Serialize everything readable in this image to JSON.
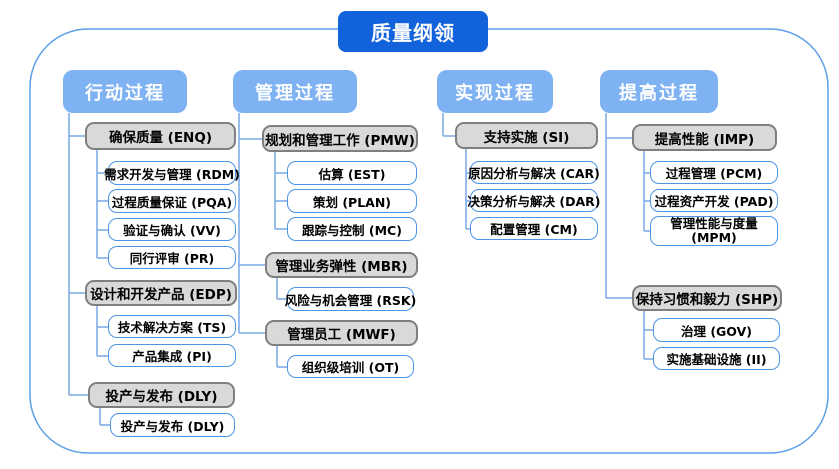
{
  "title": "质量纲领",
  "colors": {
    "title_bg": "#1262DB",
    "header_bg": "#7FB2F2",
    "group_fill": "#D9D9D9",
    "group_border": "#7F7F7F",
    "leaf_border": "#4C94E4",
    "connector": "#79A9E6",
    "outer_border": "#5BA0E8"
  },
  "columns": [
    {
      "header": "行动过程",
      "groups": [
        {
          "label": "确保质量 (ENQ)",
          "children": [
            "需求开发与管理 (RDM)",
            "过程质量保证 (PQA)",
            "验证与确认 (VV)",
            "同行评审 (PR)"
          ]
        },
        {
          "label": "设计和开发产品 (EDP)",
          "children": [
            "技术解决方案 (TS)",
            "产品集成 (PI)"
          ]
        },
        {
          "label": "投产与发布 (DLY)",
          "children": [
            "投产与发布 (DLY)"
          ]
        }
      ]
    },
    {
      "header": "管理过程",
      "groups": [
        {
          "label": "规划和管理工作 (PMW)",
          "children": [
            "估算 (EST)",
            "策划 (PLAN)",
            "跟踪与控制 (MC)"
          ]
        },
        {
          "label": "管理业务弹性 (MBR)",
          "children": [
            "风险与机会管理 (RSK)"
          ]
        },
        {
          "label": "管理员工 (MWF)",
          "children": [
            "组织级培训 (OT)"
          ]
        }
      ]
    },
    {
      "header": "实现过程",
      "groups": [
        {
          "label": "支持实施 (SI)",
          "children": [
            "原因分析与解决 (CAR)",
            "决策分析与解决 (DAR)",
            "配置管理 (CM)"
          ]
        }
      ]
    },
    {
      "header": "提高过程",
      "groups": [
        {
          "label": "提高性能 (IMP)",
          "children": [
            "过程管理 (PCM)",
            "过程资产开发 (PAD)",
            "管理性能与度量 (MPM)"
          ]
        },
        {
          "label": "保持习惯和毅力 (SHP)",
          "children": [
            "治理 (GOV)",
            "实施基础设施 (II)"
          ]
        }
      ]
    }
  ]
}
